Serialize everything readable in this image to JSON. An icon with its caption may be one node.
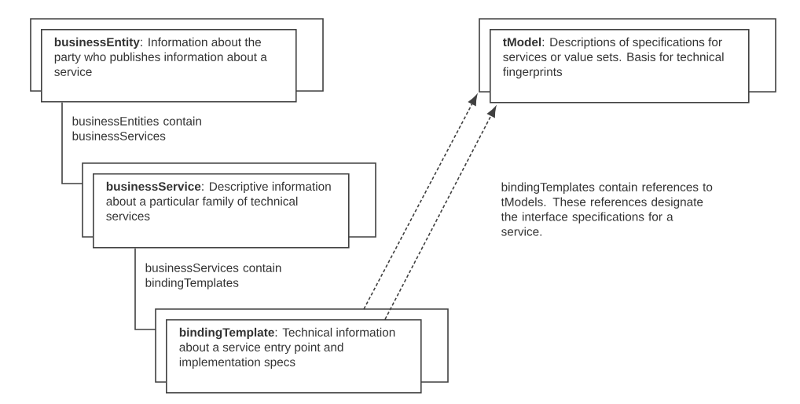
{
  "diagram": {
    "nodes": [
      {
        "text": [
          "**businessEntity**: Information about the party who publishes information about a service"
        ]
      },
      {
        "text": [
          "**tModel**: Descriptions of specifications for services or value sets. Basis for technical fingerprints"
        ]
      },
      {
        "text": [
          "**businessService**: Descriptive information about a particular family of technical services"
        ]
      },
      {
        "text": [
          "**bindingTemplate**: Technical information about a service entry point and implementation specs"
        ]
      }
    ],
    "edges": [
      {
        "from": 0,
        "to": 2,
        "arrow": "none",
        "label": "businessEntities contain businessServices"
      },
      {
        "from": 2,
        "to": 3,
        "arrow": "none",
        "label": "businessServices contain bindingTemplates"
      },
      {
        "from": 3,
        "to": 1,
        "arrow": "to",
        "style": "dashed"
      },
      {
        "from": 3,
        "to": 1,
        "arrow": "to",
        "style": "dashed"
      }
    ],
    "labels": [
      "bindingTemplates contain references to tModels. These references designate the interface specifications for a service."
    ]
  }
}
